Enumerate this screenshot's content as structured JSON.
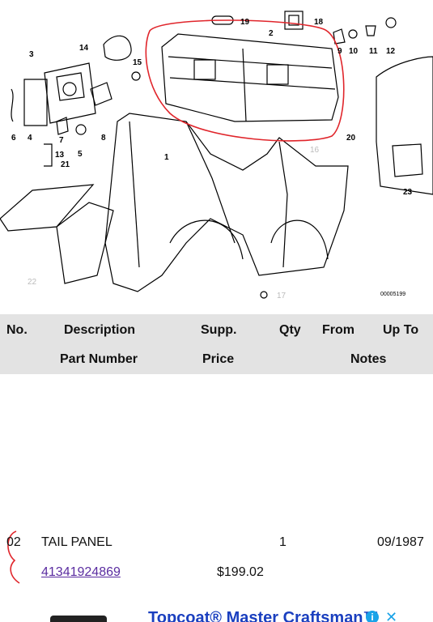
{
  "diagram": {
    "callouts": [
      "1",
      "2",
      "3",
      "4",
      "5",
      "6",
      "7",
      "8",
      "9",
      "10",
      "11",
      "12",
      "13",
      "14",
      "15",
      "16",
      "17",
      "18",
      "19",
      "20",
      "21",
      "22",
      "23"
    ],
    "ref_code": "00005199"
  },
  "table_header": {
    "no": "No.",
    "description": "Description",
    "supp": "Supp.",
    "qty": "Qty",
    "from": "From",
    "up_to": "Up To",
    "part_number": "Part Number",
    "price": "Price",
    "notes": "Notes"
  },
  "part_row": {
    "no": "02",
    "description": "TAIL PANEL",
    "qty": "1",
    "up_to": "09/1987",
    "part_number": "41341924869",
    "price": "$199.02"
  },
  "ad": {
    "title": "Topcoat® Master Craftsman™",
    "info_icon": "i",
    "close_icon": "✕"
  },
  "colors": {
    "header_bg": "#e3e3e3",
    "link": "#5a2ca0",
    "annotation_red": "#e0252b",
    "ad_title": "#1a3fbf"
  }
}
